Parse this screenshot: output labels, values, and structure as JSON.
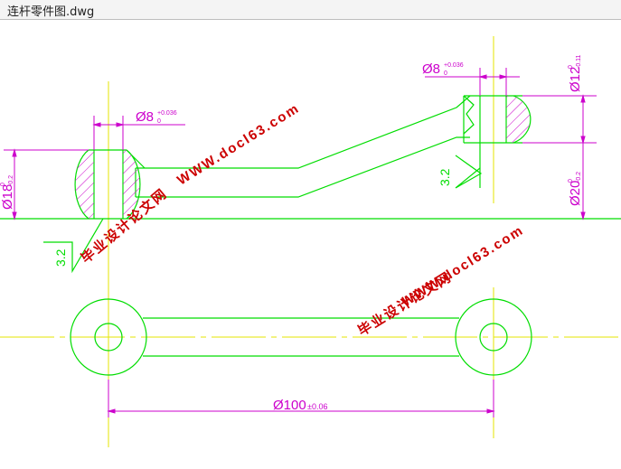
{
  "window": {
    "title": "连杆零件图.dwg"
  },
  "dimensions": {
    "top_left_bore": "Ø8",
    "top_left_bore_tol_upper": "+0.036",
    "top_left_bore_tol_lower": "0",
    "top_right_bore": "Ø8",
    "top_right_bore_tol_upper": "+0.036",
    "top_right_bore_tol_lower": "0",
    "left_height": "Ø18",
    "left_height_tol_upper": "0",
    "left_height_tol_lower": "-0.2",
    "right_top": "Ø12",
    "right_top_tol_upper": "0",
    "right_top_tol_lower": "-0.11",
    "right_bottom": "Ø20",
    "right_bottom_tol_upper": "0",
    "right_bottom_tol_lower": "-0.2",
    "center_distance": "Ø100",
    "center_distance_tol": "±0.06"
  },
  "roughness": {
    "left": "3.2",
    "right": "3.2"
  },
  "watermarks": {
    "line1": "WWW.docl63.com",
    "line2": "毕业设计论文网",
    "line3": "WWW.docl63.com",
    "line4": "毕业设计论文网"
  },
  "colors": {
    "outline": "#00dd00",
    "dimension": "#cc00cc",
    "centerline": "#e6e600",
    "watermark": "#cc0000",
    "hatch": "#cc00cc"
  }
}
